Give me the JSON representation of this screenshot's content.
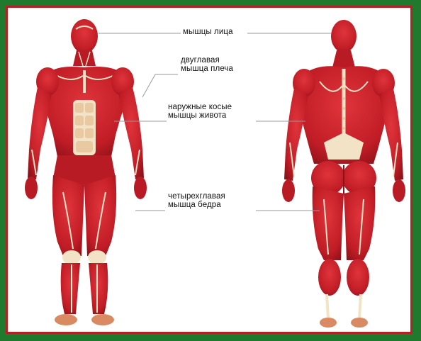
{
  "labels": {
    "face": "мышцы лица",
    "biceps": "двуглавая\nмышца плеча",
    "obliques": "наружные косые\nмышцы живота",
    "quadriceps": "четырехглавая\nмышца бедра"
  },
  "colors": {
    "frame_green": "#1f7a2e",
    "frame_red": "#b52025",
    "muscle": "#c8202a",
    "muscle_dark": "#8e1118",
    "tendon": "#f2e2c6"
  }
}
